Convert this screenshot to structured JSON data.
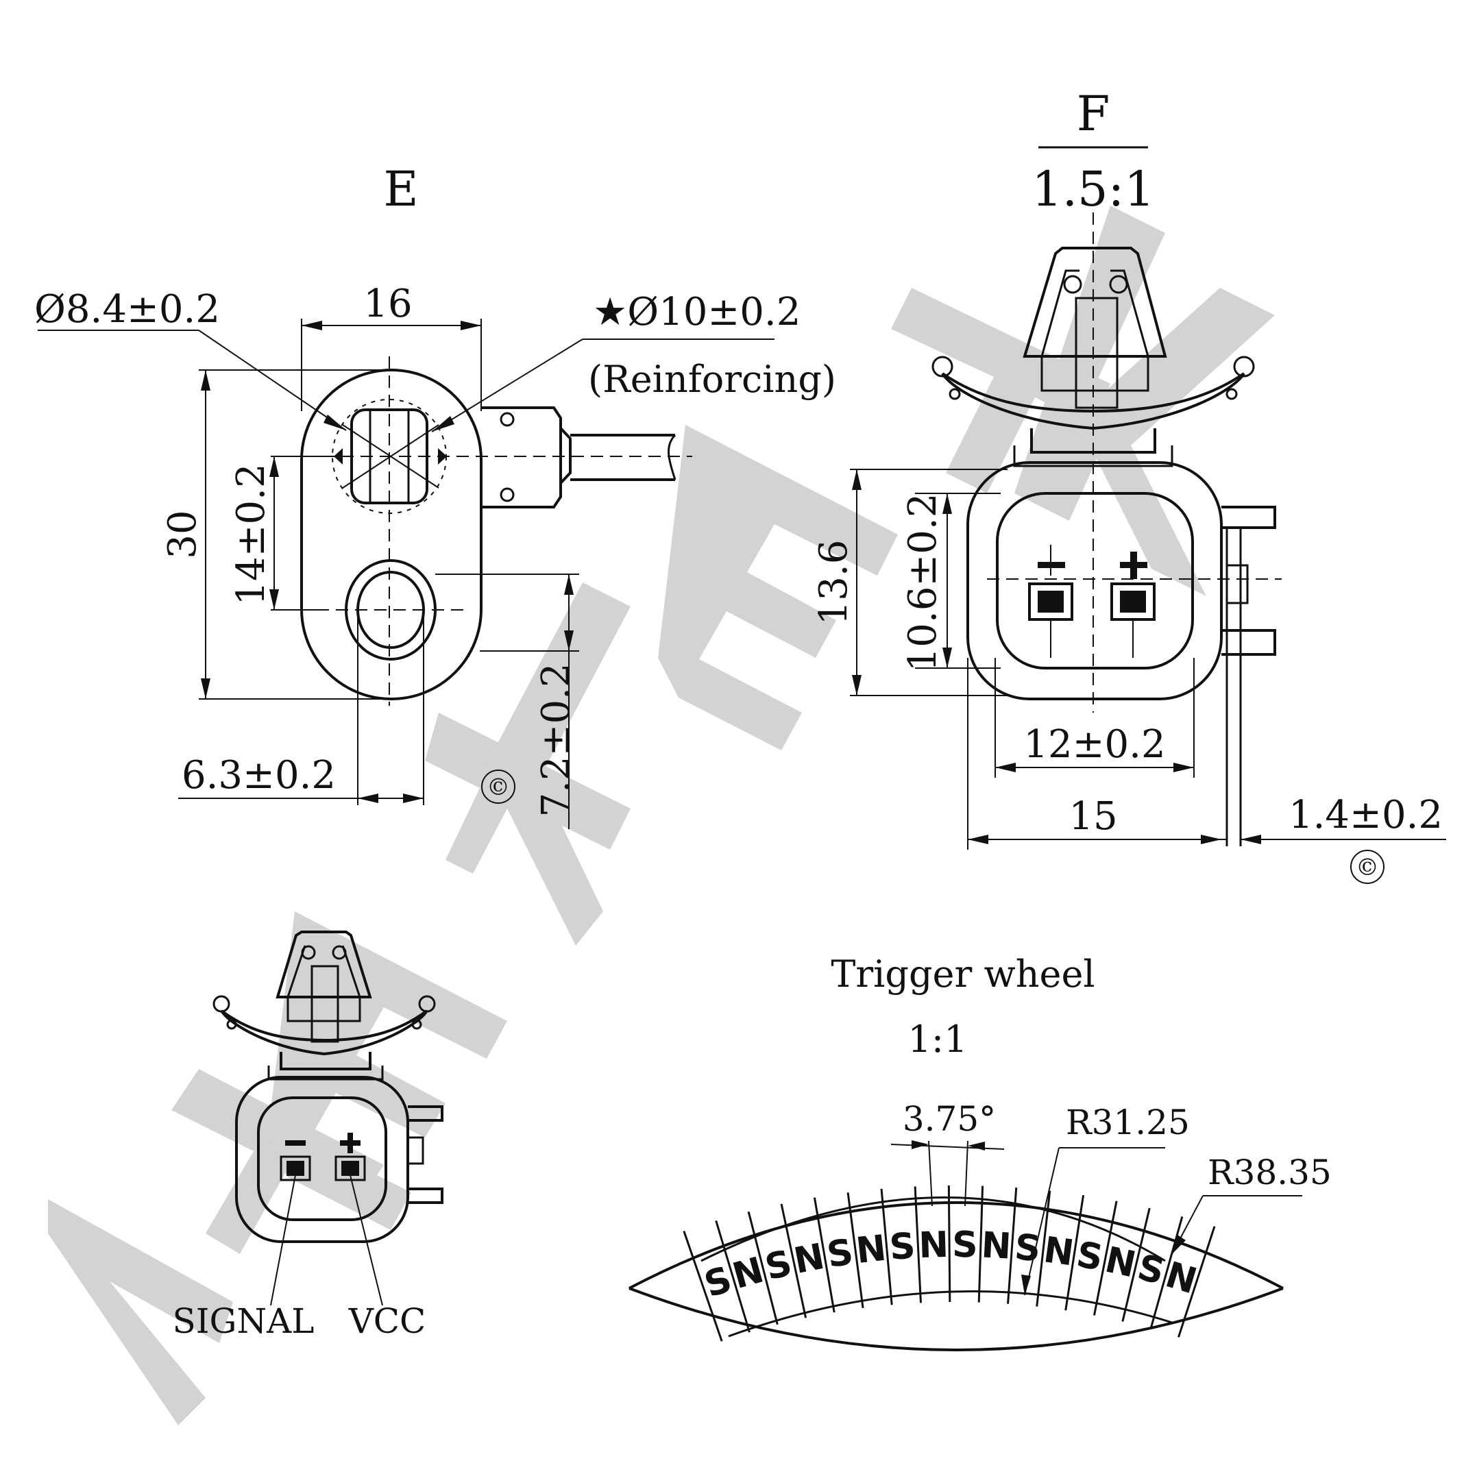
{
  "watermark": {
    "text": "ZENIYEK",
    "color": "#d3d3d3"
  },
  "view_e": {
    "title": "E",
    "dim_diameter_hole": "Ø8.4±0.2",
    "dim_width": "16",
    "dim_reinforcing_diameter": "★Ø10±0.2",
    "reinforcing_note": "(Reinforcing)",
    "dim_height": "30",
    "dim_hole_spacing": "14±0.2",
    "dim_slot_width": "6.3±0.2",
    "dim_offset": "7.2±0.2",
    "critical_mark": "©"
  },
  "view_f": {
    "title": "F",
    "scale": "1.5:1",
    "dim_height": "13.6",
    "dim_inner_height": "10.6±0.2",
    "dim_inner_width": "12±0.2",
    "dim_width": "15",
    "dim_clip": "1.4±0.2",
    "critical_mark": "©",
    "pin_minus": "-",
    "pin_plus": "+"
  },
  "connector": {
    "pin_minus": "-",
    "pin_plus": "+",
    "label_signal": "SIGNAL",
    "label_vcc": "VCC"
  },
  "trigger_wheel": {
    "title": "Trigger wheel",
    "scale": "1:1",
    "dim_angle": "3.75°",
    "dim_inner_radius": "R31.25",
    "dim_outer_radius": "R38.35",
    "poles": [
      "S",
      "N",
      "S",
      "N",
      "S",
      "N",
      "S",
      "N",
      "S",
      "N",
      "S",
      "N",
      "S",
      "N",
      "S",
      "N"
    ]
  }
}
